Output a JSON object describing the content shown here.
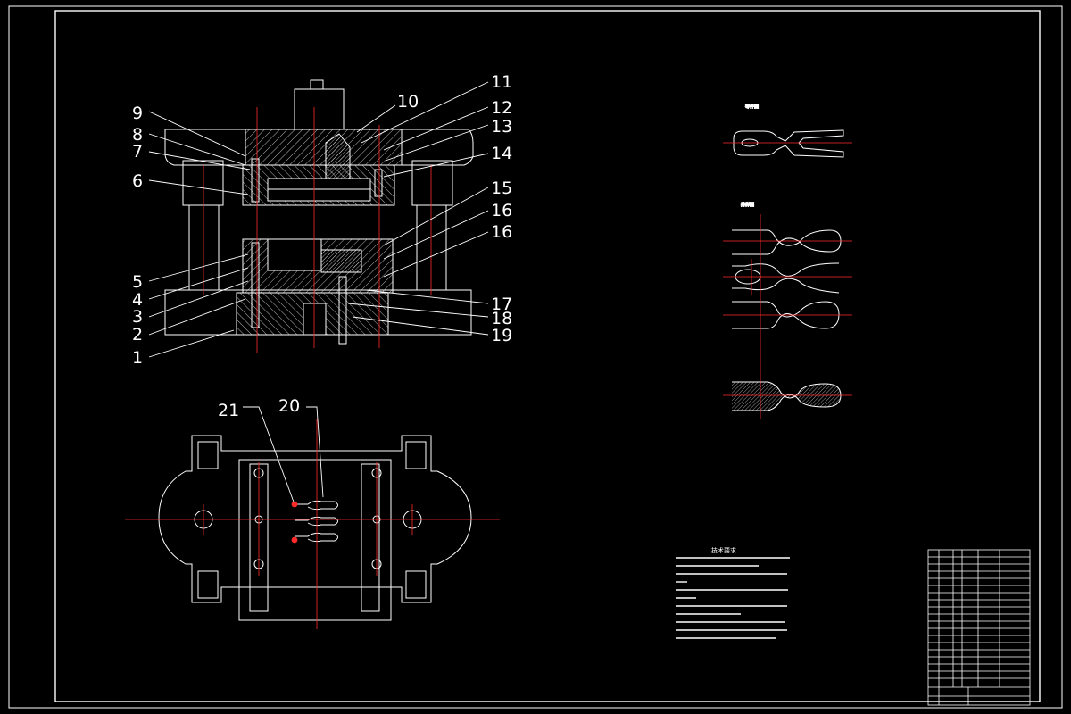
{
  "drawing": {
    "background": "#000000",
    "line_color": "#ffffff",
    "center_line_color": "#ff2a2a",
    "hatch_color": "#ffffff"
  },
  "part_labels": [
    "1",
    "2",
    "3",
    "4",
    "5",
    "6",
    "7",
    "8",
    "9",
    "10",
    "11",
    "12",
    "13",
    "14",
    "15",
    "16",
    "16",
    "17",
    "18",
    "19",
    "20",
    "21"
  ],
  "tech_requirements": {
    "title": "技术要求"
  }
}
